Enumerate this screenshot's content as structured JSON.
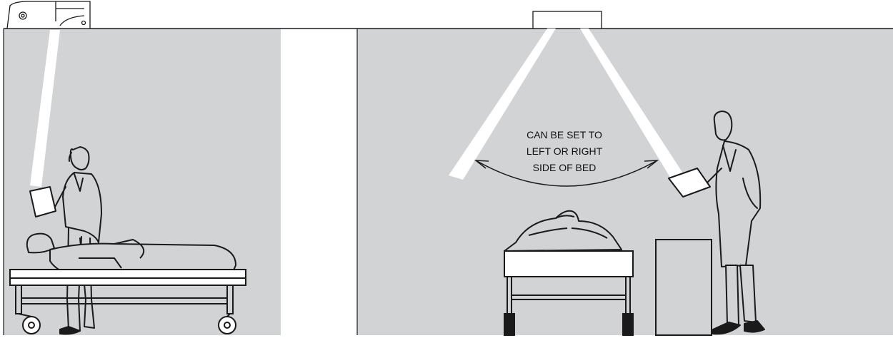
{
  "annotation": {
    "lines": [
      "CAN BE SET TO",
      "LEFT OR RIGHT",
      "SIDE OF BED"
    ]
  },
  "panels": {
    "left_view": "side-elevation",
    "right_view": "end-elevation"
  },
  "colors": {
    "wall": "#d2d3d5",
    "beam": "#ffffff",
    "ink": "#1a1a1a",
    "background": "#ffffff"
  }
}
